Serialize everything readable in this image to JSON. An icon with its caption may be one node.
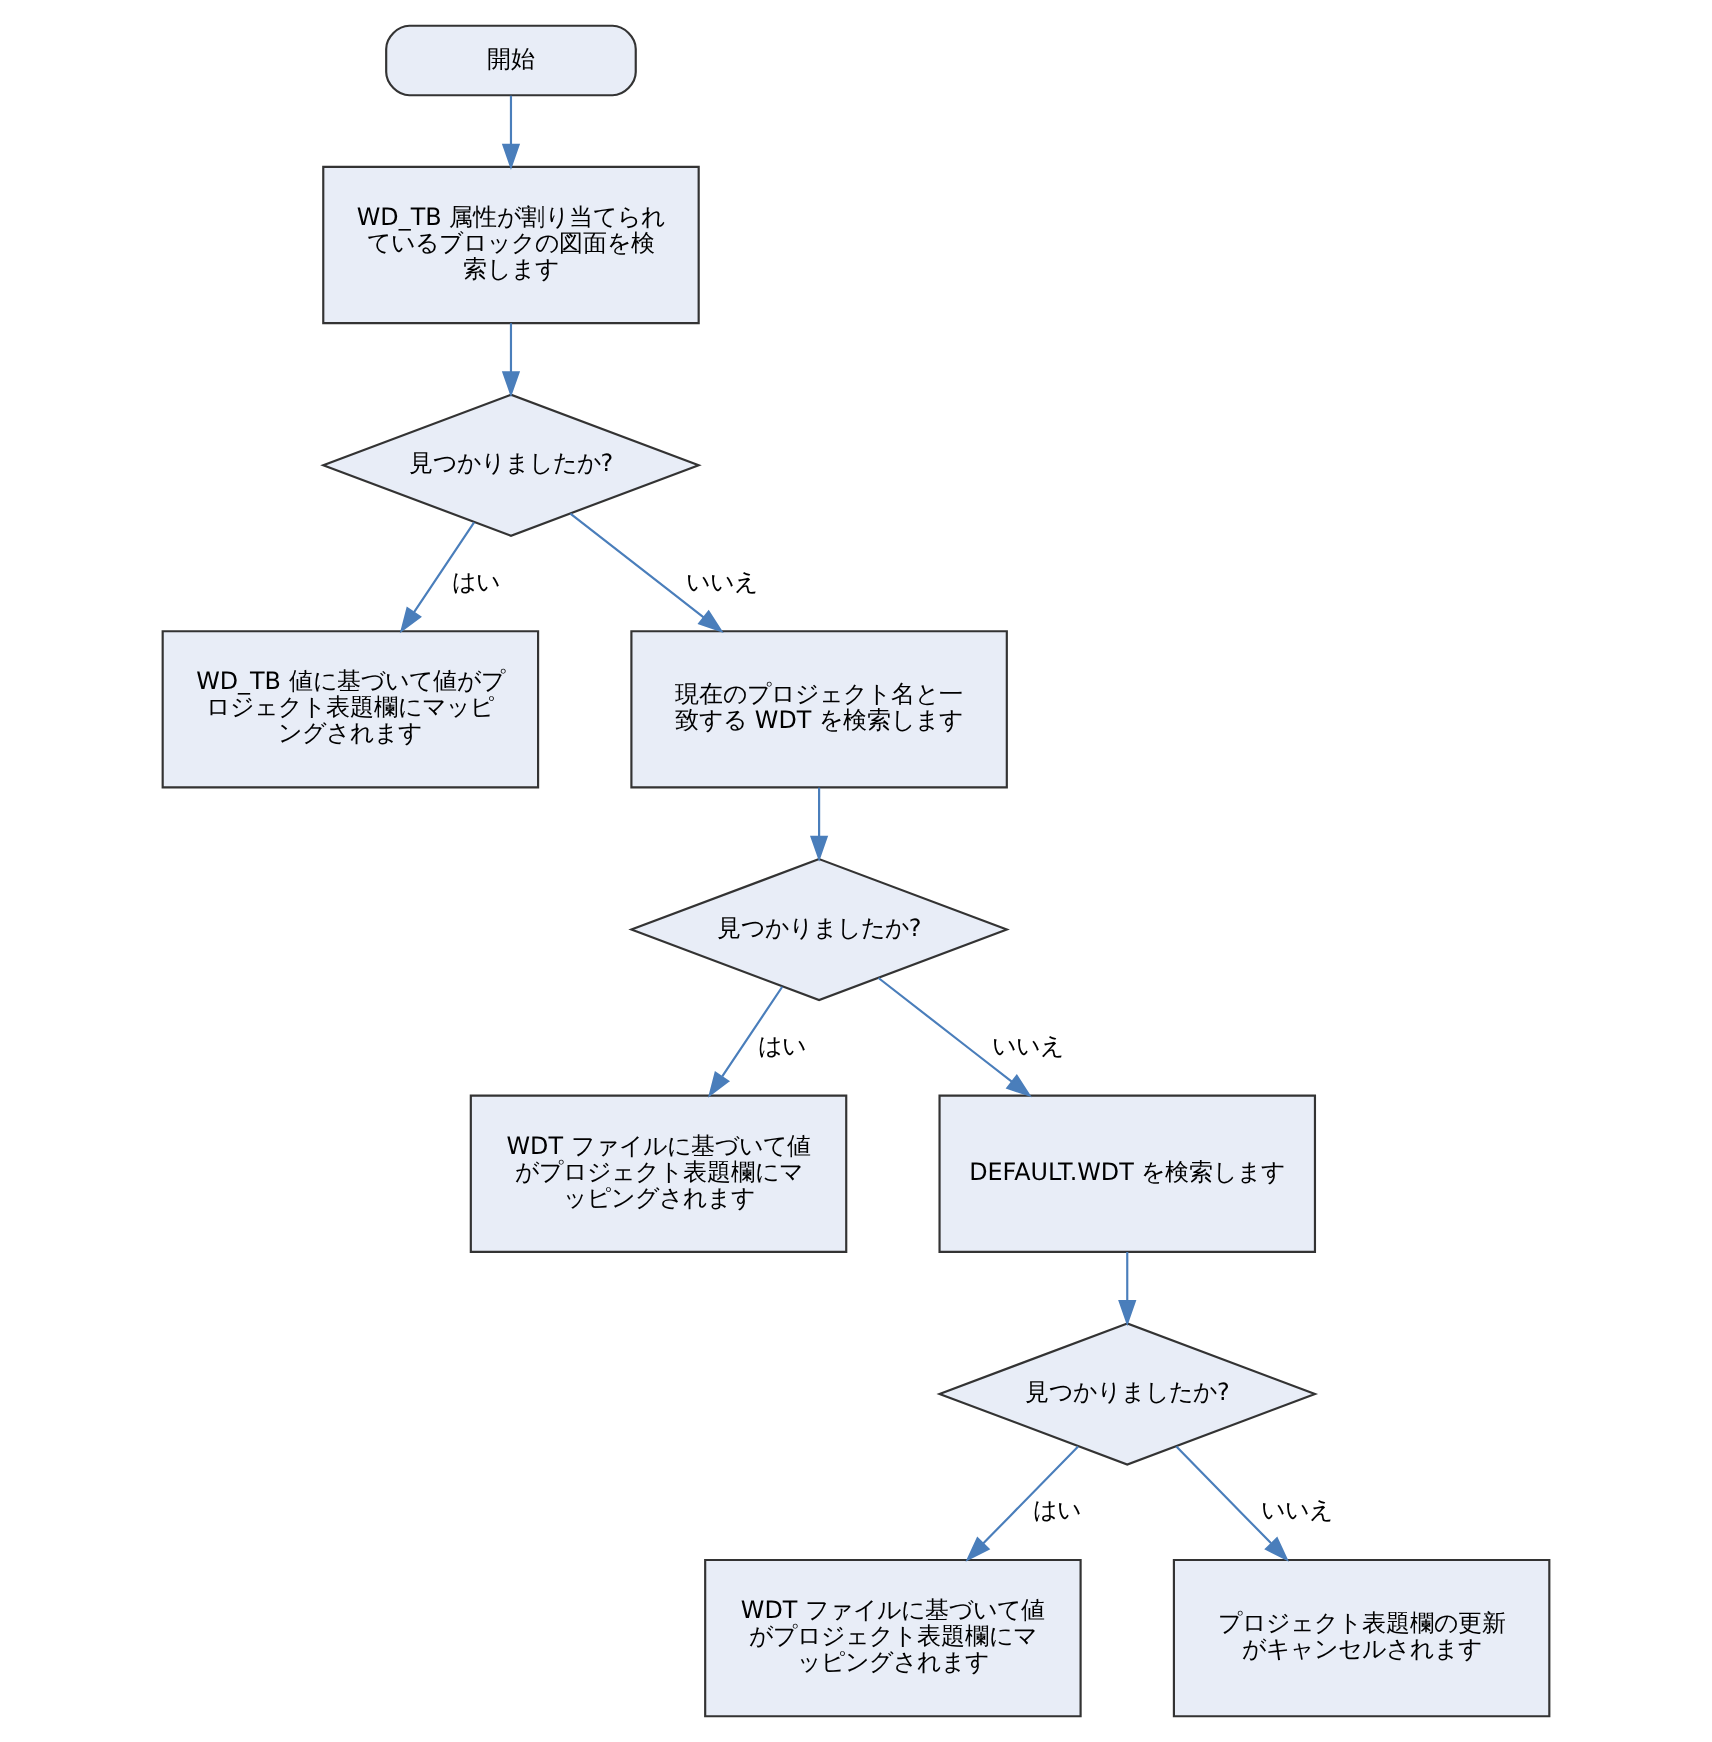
{
  "diagram": {
    "nodes": [
      {
        "text": [
          "開始"
        ]
      },
      {
        "text": [
          "WD_TB 属性が割り当てられているブロックの図面を検索します"
        ]
      },
      {
        "text": [
          "見つかりましたか?"
        ]
      },
      {
        "text": [
          "WD_TB 値に基づいて値がプロジェクト表題欄にマッピングされます"
        ]
      },
      {
        "text": [
          "現在のプロジェクト名と一致する WDT を検索します"
        ]
      },
      {
        "text": [
          "見つかりましたか?"
        ]
      },
      {
        "text": [
          "WDT ファイルに基づいて値がプロジェクト表題欄にマッピングされます"
        ]
      },
      {
        "text": [
          "DEFAULT.WDT を検索します"
        ]
      },
      {
        "text": [
          "見つかりましたか?"
        ]
      },
      {
        "text": [
          "WDT ファイルに基づいて値がプロジェクト表題欄にマッピングされます"
        ]
      },
      {
        "text": [
          "プロジェクト表題欄の更新がキャンセルされます"
        ]
      }
    ],
    "edges": [
      {
        "from": 0,
        "to": 1,
        "arrow": "to"
      },
      {
        "from": 1,
        "to": 2,
        "arrow": "to"
      },
      {
        "from": 2,
        "to": 3,
        "arrow": "to",
        "label": "はい"
      },
      {
        "from": 2,
        "to": 4,
        "arrow": "to",
        "label": "いいえ"
      },
      {
        "from": 4,
        "to": 5,
        "arrow": "to"
      },
      {
        "from": 5,
        "to": 6,
        "arrow": "to",
        "label": "はい"
      },
      {
        "from": 5,
        "to": 7,
        "arrow": "to",
        "label": "いいえ"
      },
      {
        "from": 7,
        "to": 8,
        "arrow": "to"
      },
      {
        "from": 8,
        "to": 9,
        "arrow": "to",
        "label": "はい"
      },
      {
        "from": 8,
        "to": 10,
        "arrow": "to",
        "label": "いいえ"
      }
    ]
  }
}
